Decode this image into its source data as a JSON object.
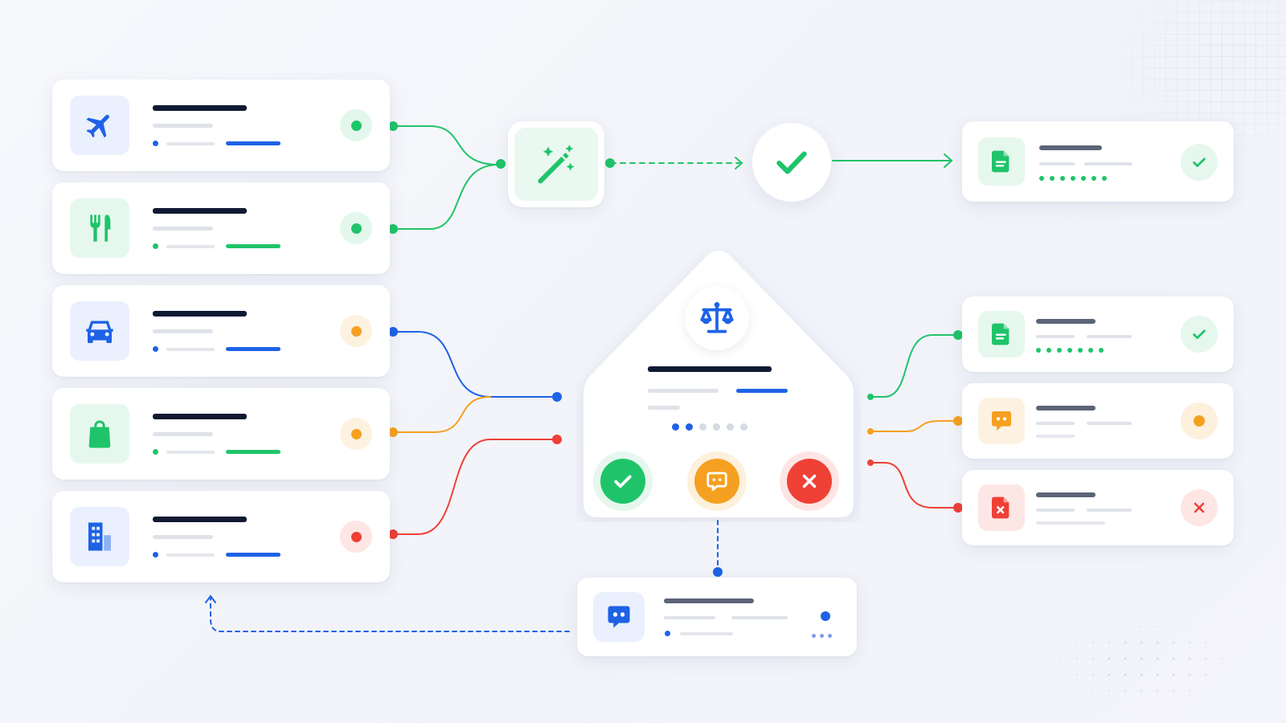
{
  "colors": {
    "blue": "#1e62e6",
    "green": "#1fc46a",
    "orange": "#f5a020",
    "red": "#ef4036",
    "navy": "#111a33",
    "gray": "#d9dde6"
  },
  "source_items": [
    {
      "icon": "airplane-icon",
      "color": "blue",
      "status": "green"
    },
    {
      "icon": "fork-knife-icon",
      "color": "green",
      "status": "green"
    },
    {
      "icon": "car-icon",
      "color": "blue",
      "status": "orange"
    },
    {
      "icon": "shopping-bag-icon",
      "color": "green",
      "status": "orange"
    },
    {
      "icon": "building-icon",
      "color": "blue",
      "status": "red"
    }
  ],
  "processor": {
    "icon": "magic-wand-icon"
  },
  "approval": {
    "icon": "checkmark-icon"
  },
  "review_hub": {
    "icon": "balance-scale-icon",
    "actions": [
      "approve-button",
      "comment-button",
      "reject-button"
    ],
    "progress_step": 2,
    "progress_total": 6
  },
  "outcomes": [
    {
      "icon": "document-icon",
      "status": "approved",
      "color": "green"
    },
    {
      "icon": "document-icon",
      "status": "approved",
      "color": "green"
    },
    {
      "icon": "chat-bubble-icon",
      "status": "pending",
      "color": "orange"
    },
    {
      "icon": "document-x-icon",
      "status": "rejected",
      "color": "red"
    }
  ],
  "feedback": {
    "icon": "message-icon"
  }
}
